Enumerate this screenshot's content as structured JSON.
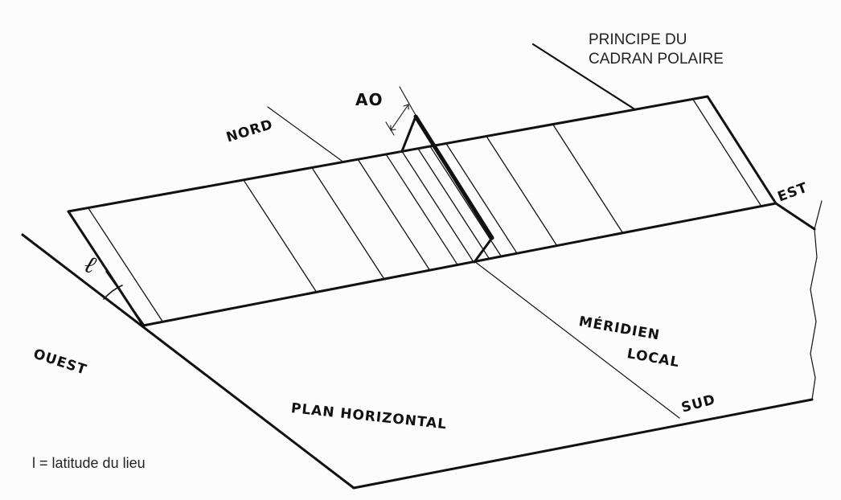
{
  "title": {
    "line1": "PRINCIPE DU",
    "line2": "CADRAN POLAIRE"
  },
  "labels": {
    "nord": "NORD",
    "ao": "AO",
    "est": "EST",
    "ouest": "OUEST",
    "latitude_symbol": "ℓ",
    "meridien": "MÉRIDIEN",
    "local": "LOCAL",
    "sud": "SUD",
    "plan": "PLAN HORIZONTAL"
  },
  "legend": "l = latitude du lieu",
  "hour_line_positions": [
    0.031,
    0.274,
    0.381,
    0.453,
    0.497,
    0.522,
    0.547,
    0.566,
    0.591,
    0.654,
    0.758,
    0.977
  ],
  "colors": {
    "ink": "#111111",
    "paper": "#fcfcfc"
  }
}
